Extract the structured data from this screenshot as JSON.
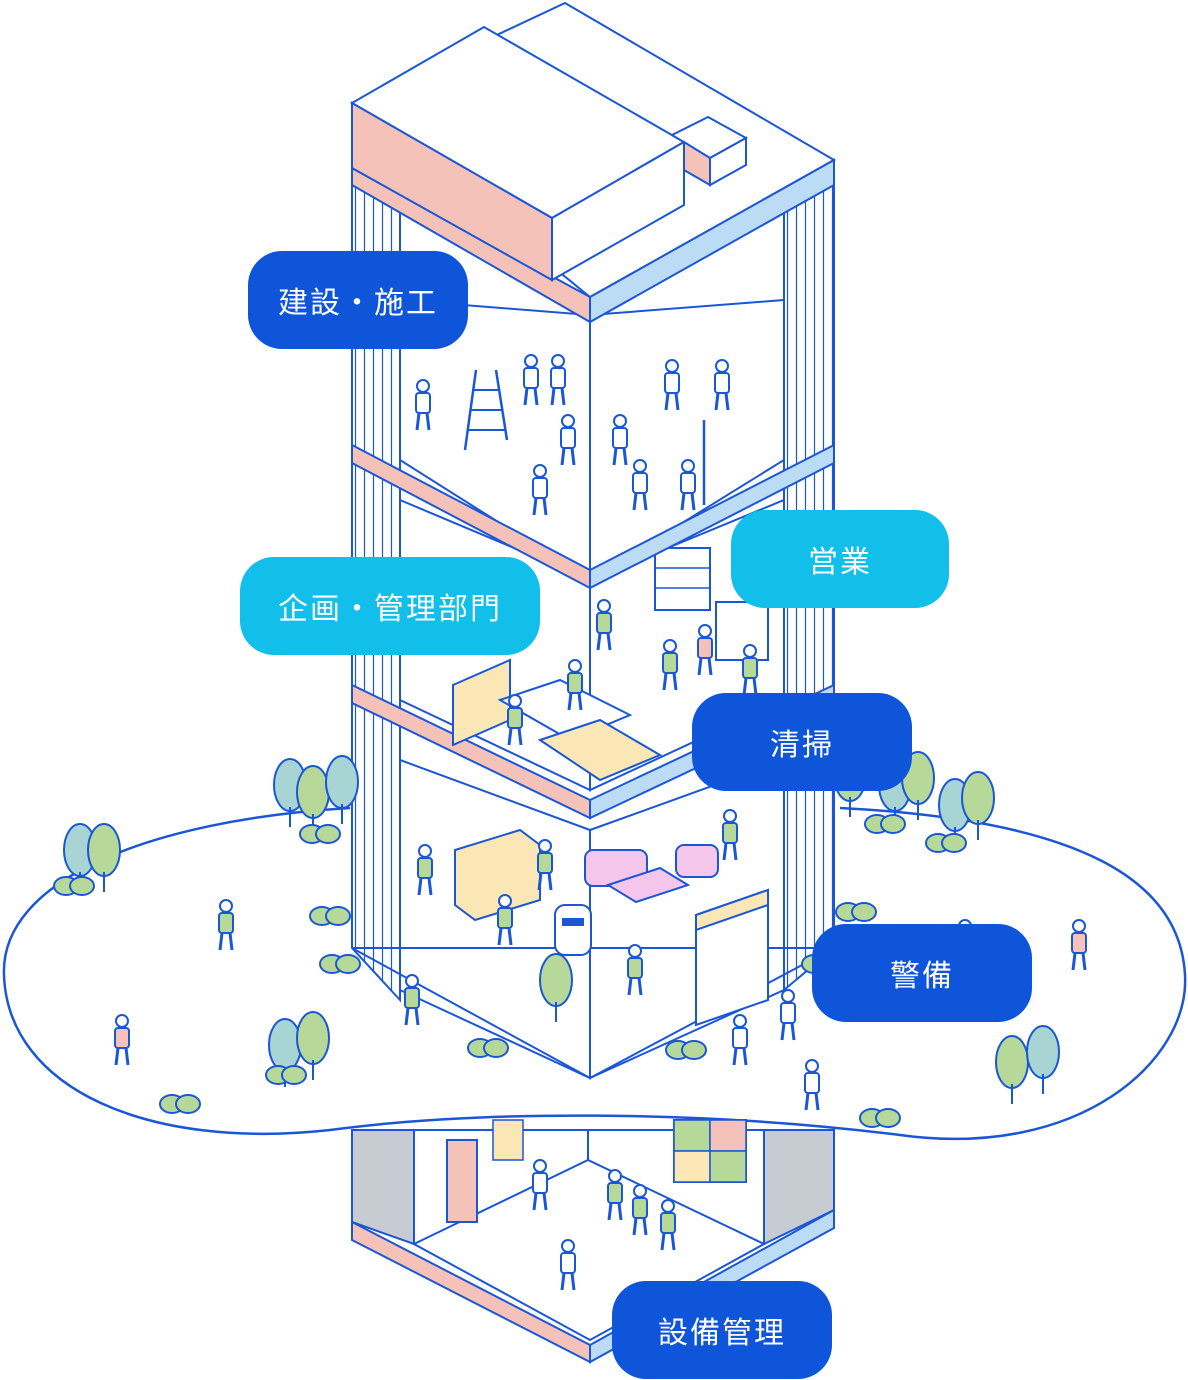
{
  "labels": {
    "construction": "建設・施工",
    "sales": "営業",
    "planning": "企画・管理部門",
    "cleaning": "清掃",
    "security": "警備",
    "facility": "設備管理"
  },
  "colors": {
    "line": "#1a56d6",
    "pill_dark": "#0f55d9",
    "pill_light": "#12bfea",
    "accent_pink": "#f4c2b8",
    "accent_blue": "#bcdcf5",
    "tree_green": "#b6d99a",
    "tree_teal": "#a9d4d4",
    "wood": "#fbe6b5",
    "sofa": "#f5c6ec",
    "grey": "#c7ccd3"
  },
  "icons": [
    "tree-icon",
    "bush-icon",
    "person-icon",
    "ladder-icon",
    "cleaning-robot-icon",
    "monitor-wall-icon",
    "door-icon"
  ]
}
